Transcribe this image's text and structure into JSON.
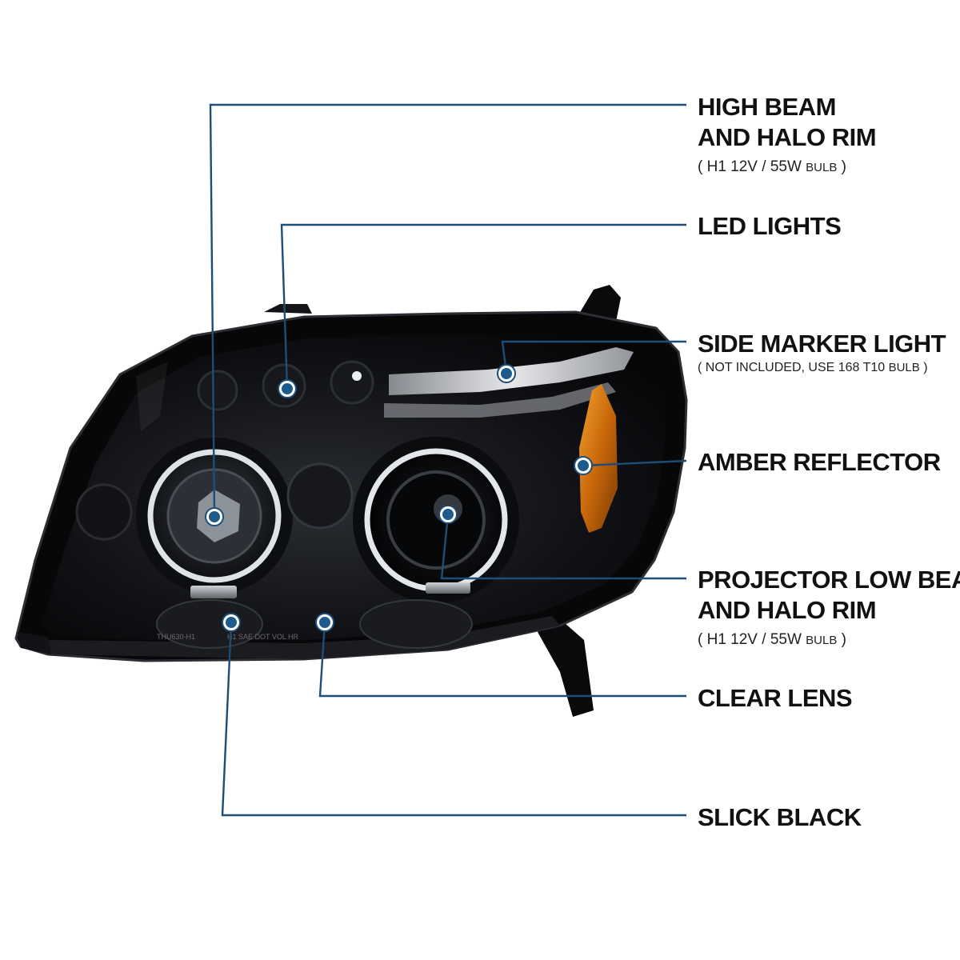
{
  "colors": {
    "leader": "#1c4e78",
    "dot": "#1e5b8c",
    "housing": "#0c0c0f",
    "amber": "#d77a10",
    "text": "#111111"
  },
  "icons": {
    "callout_marker": "callout-dot-icon"
  },
  "stamps": [
    "THU630-H1",
    "H1 SAE DOT VOL HR"
  ],
  "callouts": [
    {
      "id": "high-beam",
      "lines": [
        "HIGH BEAM",
        "AND HALO RIM"
      ],
      "sub": {
        "prefix": "( H1  12V / 55W  ",
        "small": "BULB",
        "suffix": " )"
      }
    },
    {
      "id": "led-lights",
      "lines": [
        "LED LIGHTS"
      ]
    },
    {
      "id": "side-marker",
      "lines": [
        "SIDE MARKER LIGHT"
      ],
      "sub": {
        "prefix": "( NOT INCLUDED, USE  168 T10  ",
        "small": "BULB",
        "suffix": " )"
      }
    },
    {
      "id": "amber-reflector",
      "lines": [
        "AMBER REFLECTOR"
      ]
    },
    {
      "id": "projector-low-beam",
      "lines": [
        "PROJECTOR LOW BEAM",
        "AND HALO RIM"
      ],
      "sub": {
        "prefix": "( H1  12V / 55W  ",
        "small": "BULB",
        "suffix": " )"
      }
    },
    {
      "id": "clear-lens",
      "lines": [
        "CLEAR LENS"
      ]
    },
    {
      "id": "slick-black",
      "lines": [
        "SLICK BLACK"
      ]
    }
  ]
}
